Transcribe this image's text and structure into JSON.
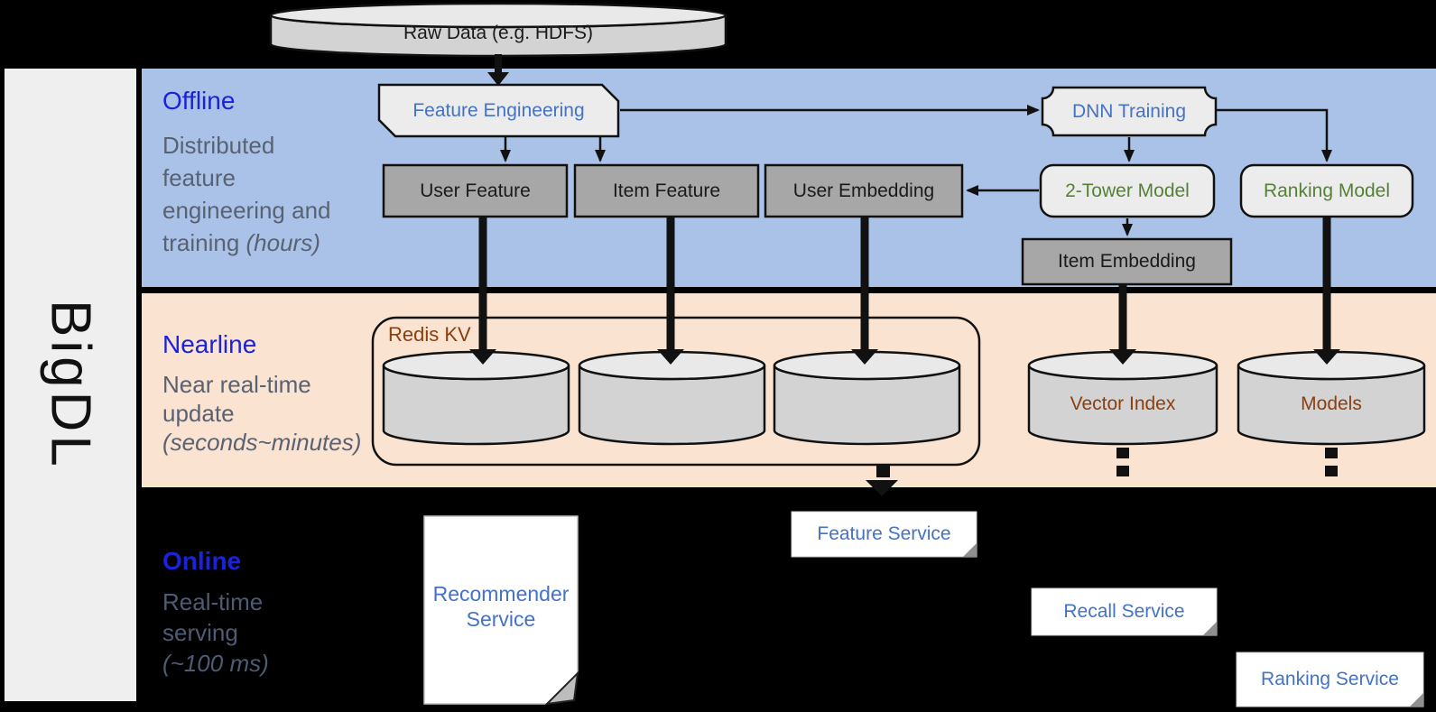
{
  "brand": {
    "logo": "BigDL"
  },
  "data_source": {
    "label": "Raw Data (e.g. HDFS)"
  },
  "sections": {
    "offline": {
      "title": "Offline",
      "line1": "Distributed",
      "line2": "feature",
      "line3": "engineering and",
      "line4": "training ",
      "line4_italic": "(hours)"
    },
    "nearline": {
      "title": "Nearline",
      "line1": "Near real-time",
      "line2": "update",
      "line3_italic": "(seconds~minutes)"
    },
    "online": {
      "title": "Online",
      "line1": "Real-time",
      "line2": "serving",
      "line3_italic": "(~100 ms)"
    }
  },
  "nodes": {
    "feature_engineering": "Feature Engineering",
    "dnn_training": "DNN Training",
    "user_feature": "User Feature",
    "item_feature": "Item Feature",
    "user_embedding": "User Embedding",
    "two_tower_model": "2-Tower Model",
    "ranking_model": "Ranking Model",
    "item_embedding": "Item Embedding",
    "redis_kv": "Redis KV",
    "vector_index": "Vector Index",
    "models": "Models",
    "recommender_service_line1": "Recommender",
    "recommender_service_line2": "Service",
    "feature_service": "Feature Service",
    "recall_service": "Recall Service",
    "ranking_service": "Ranking Service"
  },
  "colors": {
    "band_offline": "#abc2e8",
    "band_nearline": "#fbe3d1",
    "band_nearline_edge": "#f0ebc4",
    "section_title_blue": "#1a22dc",
    "section_desc_gray": "#596273",
    "node_label_blue": "#4472c4",
    "node_label_green": "#548235",
    "node_label_brown": "#8a3f0f",
    "gray_box_fill": "#a7a7a7",
    "light_node_fill": "#ececec",
    "cylinder_fill": "#d3d3d3",
    "background": "#000000",
    "sidebar_fill": "#efefef"
  }
}
